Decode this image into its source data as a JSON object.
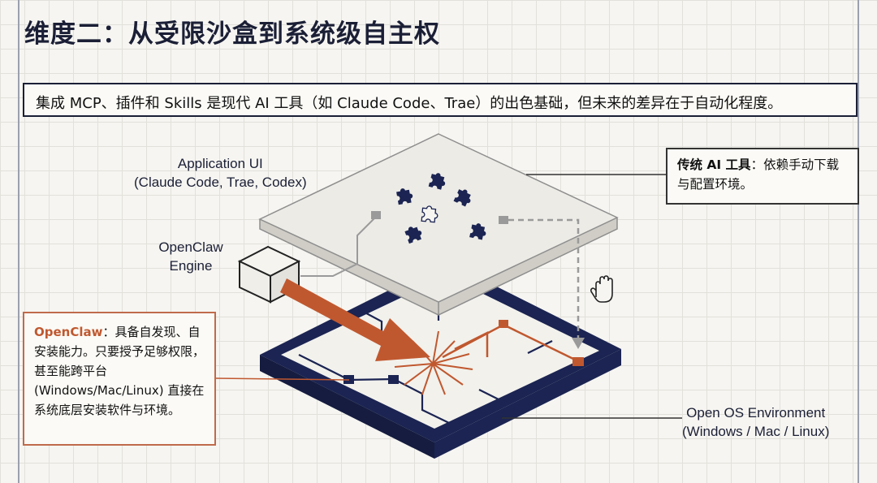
{
  "title": "维度二：从受限沙盒到系统级自主权",
  "subtitle": "集成 MCP、插件和 Skills 是现代 AI 工具（如 Claude Code、Trae）的出色基础，但未来的差异在于自动化程度。",
  "labels": {
    "app_ui_line1": "Application UI",
    "app_ui_line2": "(Claude Code, Trae, Codex)",
    "engine_line1": "OpenClaw",
    "engine_line2": "Engine",
    "os_line1": "Open OS Environment",
    "os_line2": "(Windows / Mac / Linux)"
  },
  "callouts": {
    "traditional_strong": "传统 AI 工具",
    "traditional_rest": "：依赖手动下载与配置环境。",
    "openclaw_strong": "OpenClaw",
    "openclaw_rest": "：具备自发现、自安装能力。只要授予足够权限，甚至能跨平台 (Windows/Mac/Linux) 直接在系统底层安装软件与环境。"
  },
  "colors": {
    "navy": "#1b2452",
    "orange": "#c0582f",
    "plate": "#ecebe6",
    "grey": "#9a9a9a"
  },
  "icons": [
    "puzzle-piece-icon",
    "hand-icon",
    "cube-icon"
  ]
}
